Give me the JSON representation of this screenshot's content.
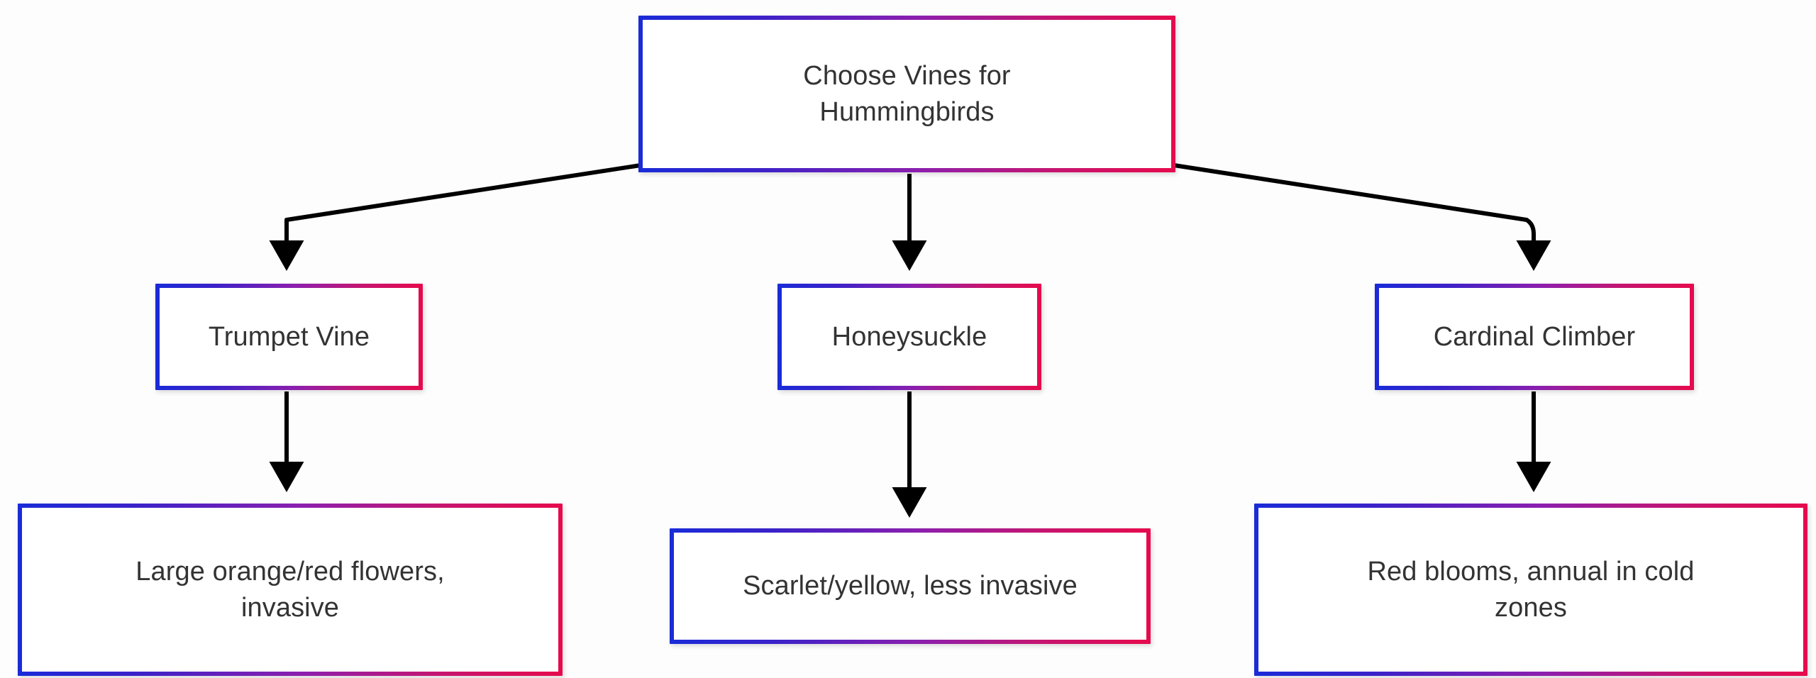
{
  "diagram": {
    "type": "flowchart",
    "orientation": "top-down",
    "background_color": "#fdfdfd",
    "text_color": "#333333",
    "edge_color": "#000000",
    "node_border_gradient": {
      "from": "#1a2bd8",
      "mid": "#8c1fae",
      "to": "#e60a4d",
      "direction": "left-to-right"
    },
    "nodes": [
      {
        "id": "root",
        "label": "Choose Vines for\nHummingbirds",
        "level": 0
      },
      {
        "id": "trumpet",
        "label": "Trumpet Vine",
        "level": 1
      },
      {
        "id": "honey",
        "label": "Honeysuckle",
        "level": 1
      },
      {
        "id": "cardinal",
        "label": "Cardinal Climber",
        "level": 1
      },
      {
        "id": "trumpet-desc",
        "label": "Large orange/red flowers,\ninvasive",
        "level": 2
      },
      {
        "id": "honey-desc",
        "label": "Scarlet/yellow, less invasive",
        "level": 2
      },
      {
        "id": "cardinal-desc",
        "label": "Red blooms, annual in cold\nzones",
        "level": 2
      }
    ],
    "edges": [
      {
        "from": "root",
        "to": "trumpet",
        "style": "curved",
        "arrow": "triangle"
      },
      {
        "from": "root",
        "to": "honey",
        "style": "straight",
        "arrow": "triangle"
      },
      {
        "from": "root",
        "to": "cardinal",
        "style": "curved",
        "arrow": "triangle"
      },
      {
        "from": "trumpet",
        "to": "trumpet-desc",
        "style": "straight",
        "arrow": "triangle"
      },
      {
        "from": "honey",
        "to": "honey-desc",
        "style": "straight",
        "arrow": "triangle"
      },
      {
        "from": "cardinal",
        "to": "cardinal-desc",
        "style": "straight",
        "arrow": "triangle"
      }
    ]
  }
}
